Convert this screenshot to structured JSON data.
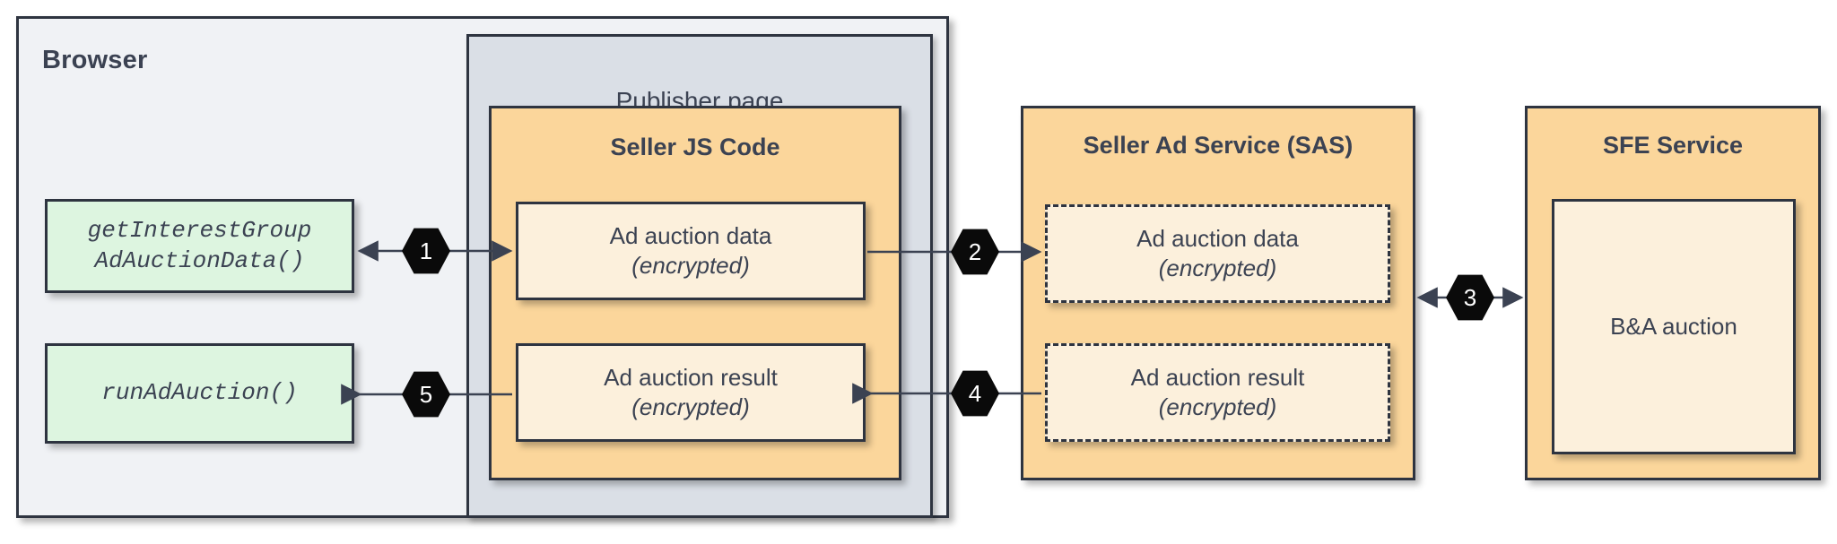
{
  "diagram": {
    "browser": {
      "title": "Browser",
      "apis": [
        {
          "line1": "getInterestGroup",
          "line2": "AdAuctionData()"
        },
        {
          "line1": "runAdAuction()",
          "line2": ""
        }
      ]
    },
    "publisher": {
      "title": "Publisher page",
      "seller_js": {
        "title": "Seller JS Code",
        "cards": [
          {
            "line1": "Ad auction data",
            "line2": "(encrypted)"
          },
          {
            "line1": "Ad auction result",
            "line2": "(encrypted)"
          }
        ]
      }
    },
    "sas": {
      "title": "Seller Ad Service (SAS)",
      "cards": [
        {
          "line1": "Ad auction data",
          "line2": "(encrypted)"
        },
        {
          "line1": "Ad auction result",
          "line2": "(encrypted)"
        }
      ]
    },
    "sfe": {
      "title": "SFE Service",
      "cards": [
        {
          "line1": "B&A auction",
          "line2": ""
        }
      ]
    },
    "steps": [
      {
        "id": "1",
        "label": "1"
      },
      {
        "id": "2",
        "label": "2"
      },
      {
        "id": "3",
        "label": "3"
      },
      {
        "id": "4",
        "label": "4"
      },
      {
        "id": "5",
        "label": "5"
      }
    ],
    "colors": {
      "browser_bg": "#f0f2f5",
      "publisher_bg": "#dadfe6",
      "orange_bg": "#fbd69b",
      "cream_bg": "#fcf0dc",
      "green_bg": "#ddf5e0",
      "stroke": "#2e3440",
      "badge_bg": "#0a0a0a",
      "text": "#3b4252"
    }
  }
}
